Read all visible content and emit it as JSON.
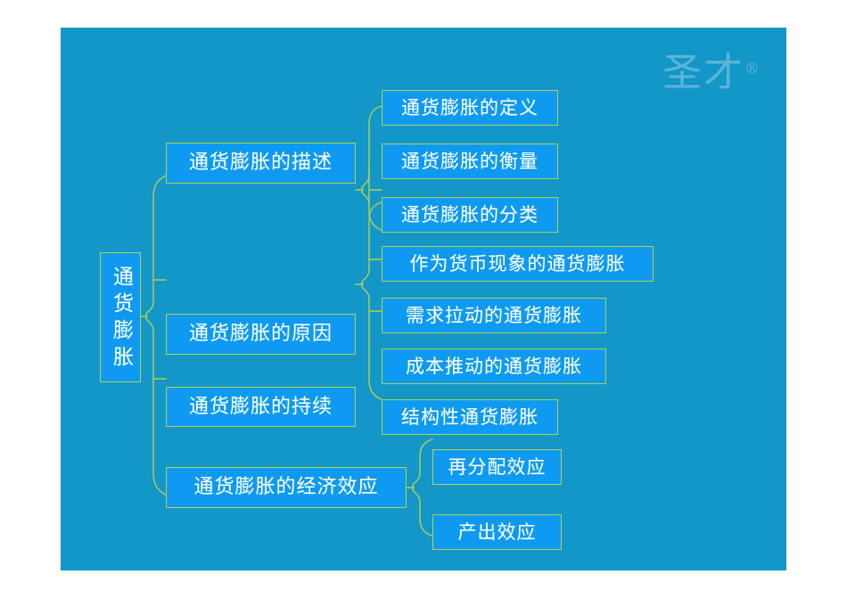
{
  "slide": {
    "background_color": "#ffffff",
    "canvas_color": "#1396c8",
    "node_fill_color": "#0e9af0",
    "node_border_color": "#b5d24a",
    "connector_color": "#b5d24a",
    "text_color": "#ffffff"
  },
  "watermark": {
    "text": "圣才",
    "registered_mark": "®"
  },
  "mindmap": {
    "root": {
      "label": "通货膨胀",
      "orientation": "vertical"
    },
    "branches": [
      {
        "label": "通货膨胀的描述",
        "children": [
          {
            "label": "通货膨胀的定义"
          },
          {
            "label": "通货膨胀的衡量"
          },
          {
            "label": "通货膨胀的分类"
          }
        ]
      },
      {
        "label": "通货膨胀的原因",
        "children": [
          {
            "label": "作为货币现象的通货膨胀"
          },
          {
            "label": "需求拉动的通货膨胀"
          },
          {
            "label": "成本推动的通货膨胀"
          },
          {
            "label": "结构性通货膨胀"
          }
        ]
      },
      {
        "label": "通货膨胀的持续",
        "children": []
      },
      {
        "label": "通货膨胀的经济效应",
        "children": [
          {
            "label": "再分配效应"
          },
          {
            "label": "产出效应"
          }
        ]
      }
    ]
  }
}
